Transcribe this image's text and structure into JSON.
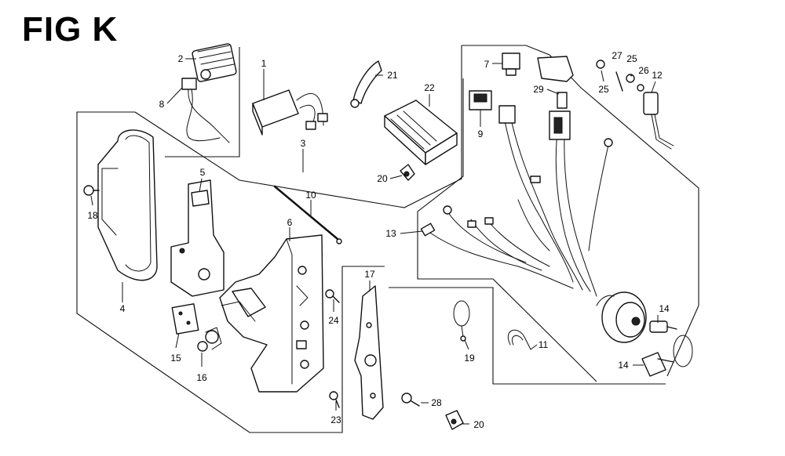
{
  "figure_title": "FIG K",
  "callouts": {
    "c1": "1",
    "c2": "2",
    "c3": "3",
    "c4": "4",
    "c5": "5",
    "c6": "6",
    "c7": "7",
    "c8": "8",
    "c9": "9",
    "c10": "10",
    "c11": "11",
    "c12": "12",
    "c13": "13",
    "c14a": "14",
    "c14b": "14",
    "c15": "15",
    "c16": "16",
    "c17": "17",
    "c18": "18",
    "c19": "19",
    "c20a": "20",
    "c20b": "20",
    "c21": "21",
    "c22": "22",
    "c23": "23",
    "c24": "24",
    "c25a": "25",
    "c25b": "25",
    "c26": "26",
    "c27": "27",
    "c28": "28",
    "c29": "29"
  }
}
